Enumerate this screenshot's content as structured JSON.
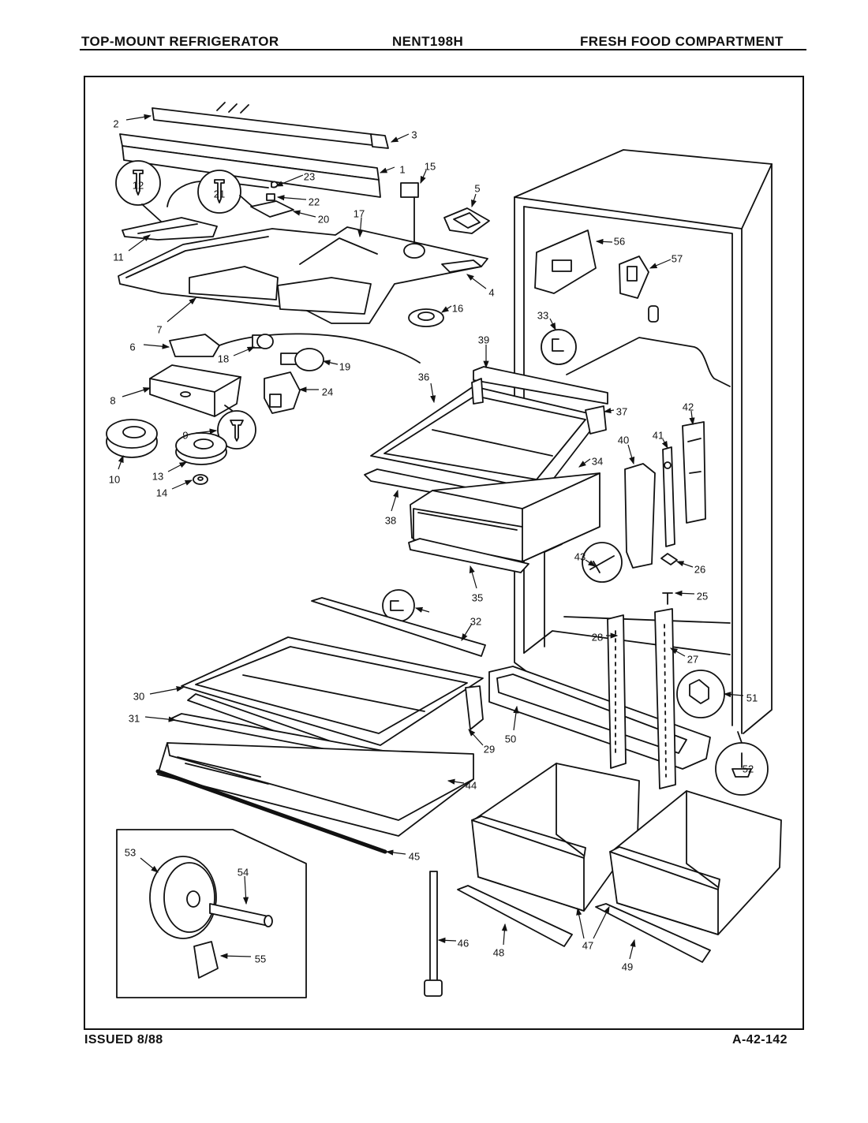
{
  "header": {
    "left": "TOP-MOUNT REFRIGERATOR",
    "center": "NENT198H",
    "right": "FRESH FOOD COMPARTMENT"
  },
  "footer": {
    "issued": "ISSUED 8/88",
    "code": "A-42-142"
  },
  "callouts": [
    "1",
    "2",
    "3",
    "4",
    "5",
    "6",
    "7",
    "8",
    "9",
    "10",
    "11",
    "12",
    "13",
    "14",
    "15",
    "16",
    "17",
    "18",
    "19",
    "20",
    "21",
    "22",
    "23",
    "24",
    "25",
    "26",
    "27",
    "28",
    "29",
    "30",
    "31",
    "32",
    "33",
    "34",
    "35",
    "36",
    "37",
    "38",
    "39",
    "40",
    "41",
    "42",
    "43",
    "44",
    "45",
    "46",
    "47",
    "48",
    "49",
    "50",
    "51",
    "52",
    "53",
    "54",
    "55",
    "56",
    "57"
  ],
  "colors": {
    "ink": "#111111",
    "paper": "#ffffff"
  }
}
